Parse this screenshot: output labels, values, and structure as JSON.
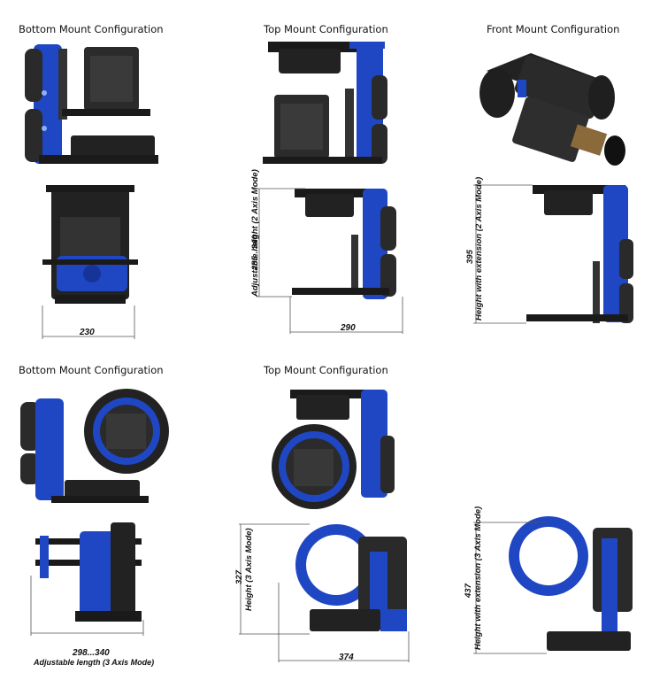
{
  "titles": {
    "t1": "Bottom Mount Configuration",
    "t2": "Top Mount Configuration",
    "t3": "Front Mount Configuration",
    "t4": "Bottom Mount Configuration",
    "t5": "Top Mount Configuration"
  },
  "dimensions": {
    "d230": "230",
    "d290": "290",
    "d285": "285...340",
    "d285_label": "Adjustable height (2 Axis Mode)",
    "d395": "395",
    "d395_label": "Height with extension (2 Axis Mode)",
    "d298": "298...340",
    "d298_label": "Adjustable length (3 Axis Mode)",
    "d327": "327",
    "d327_label": "Height (3 Axis Mode)",
    "d374": "374",
    "d437": "437",
    "d437_label": "Height with extension (3 Axis Mode)"
  },
  "colors": {
    "blue": "#1f47c4",
    "dark": "#1a1a1a",
    "mid": "#2e2e2e",
    "line": "#555555"
  }
}
